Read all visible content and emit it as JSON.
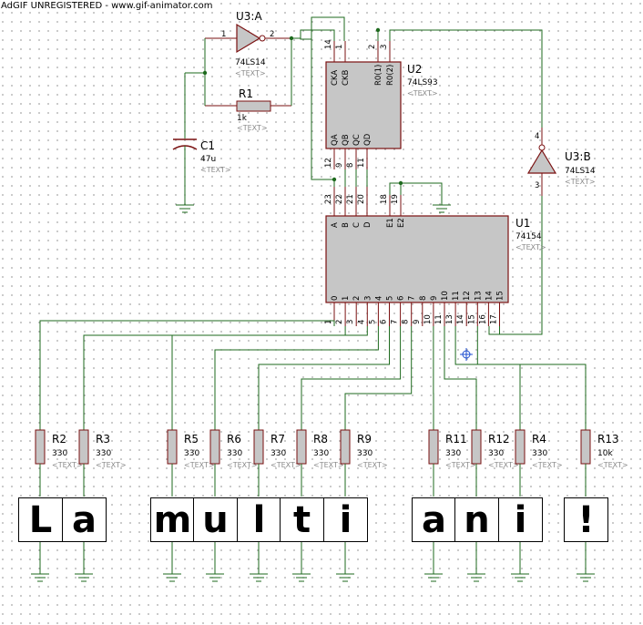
{
  "watermark": "AdGIF UNREGISTERED - www.gif-animator.com",
  "text_placeholder": "<TEXT>",
  "u3a": {
    "ref": "U3:A",
    "part": "74LS14",
    "pin_in": "1",
    "pin_out": "2"
  },
  "u3b": {
    "ref": "U3:B",
    "part": "74LS14",
    "pin_in": "4",
    "pin_out": "3"
  },
  "r1": {
    "ref": "R1",
    "value": "1k"
  },
  "c1": {
    "ref": "C1",
    "value": "47u"
  },
  "u2": {
    "ref": "U2",
    "part": "74LS93",
    "top_pins": [
      "CKA",
      "CKB",
      "R0(1)",
      "R0(2)"
    ],
    "top_nums": [
      "14",
      "1",
      "2",
      "3"
    ],
    "bottom_pins": [
      "QA",
      "QB",
      "QC",
      "QD"
    ],
    "bottom_nums": [
      "12",
      "9",
      "8",
      "11"
    ]
  },
  "u1": {
    "ref": "U1",
    "part": "74154",
    "top_pins": [
      "A",
      "B",
      "C",
      "D",
      "E1",
      "E2"
    ],
    "top_nums": [
      "23",
      "22",
      "21",
      "20",
      "18",
      "19"
    ],
    "outputs": [
      "0",
      "1",
      "2",
      "3",
      "4",
      "5",
      "6",
      "7",
      "8",
      "9",
      "10",
      "11",
      "12",
      "13",
      "14",
      "15"
    ],
    "out_nums": [
      "1",
      "2",
      "3",
      "4",
      "5",
      "6",
      "7",
      "8",
      "9",
      "10",
      "11",
      "13",
      "14",
      "15",
      "16",
      "17"
    ]
  },
  "resistors": [
    {
      "ref": "R2",
      "value": "330"
    },
    {
      "ref": "R3",
      "value": "330"
    },
    {
      "ref": "R5",
      "value": "330"
    },
    {
      "ref": "R6",
      "value": "330"
    },
    {
      "ref": "R7",
      "value": "330"
    },
    {
      "ref": "R8",
      "value": "330"
    },
    {
      "ref": "R9",
      "value": "330"
    },
    {
      "ref": "R11",
      "value": "330"
    },
    {
      "ref": "R12",
      "value": "330"
    },
    {
      "ref": "R4",
      "value": "330"
    },
    {
      "ref": "R13",
      "value": "10k"
    }
  ],
  "display_letters": [
    "L",
    "a",
    "m",
    "u",
    "l",
    "t",
    "i",
    "a",
    "n",
    "i",
    "!"
  ]
}
